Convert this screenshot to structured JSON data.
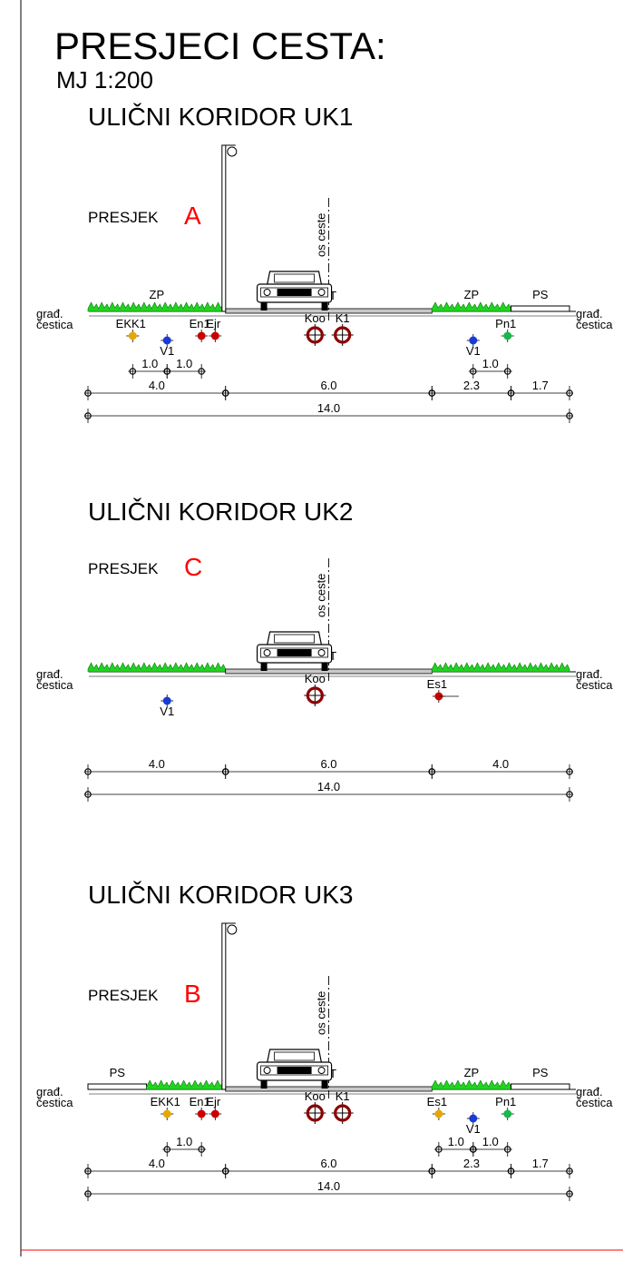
{
  "header": {
    "title": "PRESJECI CESTA:",
    "scale": "MJ 1:200"
  },
  "colors": {
    "grass": "#22d322",
    "red_label": "#ff0000",
    "util_red": "#cc0000",
    "util_blue": "#1a3bd6",
    "util_yellow": "#e6a800",
    "util_green": "#19b84a",
    "util_darkred": "#8b0000",
    "frame_red": "#ff0000"
  },
  "icons": [
    "street-lamp-icon",
    "car-icon",
    "grass-verge-icon",
    "utility-crosshair-icon"
  ],
  "sections": [
    {
      "corridor": "ULIČNI KORIDOR  UK1",
      "presjek_label": "PRESJEK",
      "presjek_letter": "A",
      "axis_label": "os ceste",
      "kt_label": "KT",
      "left_edge": [
        "građ.",
        "čestica"
      ],
      "right_edge": [
        "građ.",
        "čestica"
      ],
      "zones": [
        {
          "label": "ZP",
          "kind": "grass",
          "from": 0,
          "to": 4
        },
        {
          "label": "",
          "kind": "road",
          "from": 4,
          "to": 10
        },
        {
          "label": "ZP",
          "kind": "grass",
          "from": 10,
          "to": 12.3
        },
        {
          "label": "PS",
          "kind": "walk",
          "from": 12.3,
          "to": 14
        }
      ],
      "lamp": true,
      "utilities": [
        {
          "label": "EKK1",
          "color": "util_yellow",
          "size": "s",
          "pos": 1.3,
          "row": 0
        },
        {
          "label": "V1",
          "color": "util_blue",
          "size": "s",
          "pos": 2.3,
          "row": 1
        },
        {
          "label": "En1",
          "color": "util_red",
          "size": "s",
          "pos": 3.3,
          "row": 0
        },
        {
          "label": "Ejr",
          "color": "util_red",
          "size": "s",
          "pos": 3.7,
          "row": 0
        },
        {
          "label": "Koo",
          "color": "util_darkred",
          "size": "l",
          "pos": 6.6,
          "row": 0
        },
        {
          "label": "K1",
          "color": "util_darkred",
          "size": "l",
          "pos": 7.4,
          "row": 0
        },
        {
          "label": "V1",
          "color": "util_blue",
          "size": "s",
          "pos": 11.2,
          "row": 1
        },
        {
          "label": "Pn1",
          "color": "util_green",
          "size": "s",
          "pos": 12.2,
          "row": 0
        }
      ],
      "sub_dims": [
        {
          "from": 1.3,
          "to": 2.3,
          "text": "1.0"
        },
        {
          "from": 2.3,
          "to": 3.3,
          "text": "1.0"
        },
        {
          "from": 11.2,
          "to": 12.2,
          "text": "1.0"
        }
      ],
      "dims": [
        {
          "from": 0,
          "to": 4,
          "text": "4.0"
        },
        {
          "from": 4,
          "to": 10,
          "text": "6.0"
        },
        {
          "from": 10,
          "to": 12.3,
          "text": "2.3"
        },
        {
          "from": 12.3,
          "to": 14,
          "text": "1.7"
        }
      ],
      "total": {
        "text": "14.0"
      }
    },
    {
      "corridor": "ULIČNI KORIDOR  UK2",
      "presjek_label": "PRESJEK",
      "presjek_letter": "C",
      "axis_label": "os ceste",
      "kt_label": "KT",
      "left_edge": [
        "građ.",
        "čestica"
      ],
      "right_edge": [
        "građ.",
        "čestica"
      ],
      "zones": [
        {
          "label": "",
          "kind": "grass",
          "from": 0,
          "to": 4
        },
        {
          "label": "",
          "kind": "road",
          "from": 4,
          "to": 10
        },
        {
          "label": "",
          "kind": "grass",
          "from": 10,
          "to": 14
        }
      ],
      "lamp": false,
      "utilities": [
        {
          "label": "V1",
          "color": "util_blue",
          "size": "s",
          "pos": 2.3,
          "row": 1
        },
        {
          "label": "Koo",
          "color": "util_darkred",
          "size": "l",
          "pos": 6.6,
          "row": 0
        },
        {
          "label": "Es1",
          "color": "util_red",
          "size": "s",
          "pos": 10.2,
          "row": 0,
          "tail": true
        }
      ],
      "sub_dims": [],
      "dims": [
        {
          "from": 0,
          "to": 4,
          "text": "4.0"
        },
        {
          "from": 4,
          "to": 10,
          "text": "6.0"
        },
        {
          "from": 10,
          "to": 14,
          "text": "4.0"
        }
      ],
      "total": {
        "text": "14.0"
      }
    },
    {
      "corridor": "ULIČNI KORIDOR  UK3",
      "presjek_label": "PRESJEK",
      "presjek_letter": "B",
      "axis_label": "os ceste",
      "kt_label": "KT",
      "left_edge": [
        "građ.",
        "čestica"
      ],
      "right_edge": [
        "građ.",
        "čestica"
      ],
      "zones": [
        {
          "label": "PS",
          "kind": "walk",
          "from": 0,
          "to": 1.7
        },
        {
          "label": "",
          "kind": "grass",
          "from": 1.7,
          "to": 4
        },
        {
          "label": "",
          "kind": "road",
          "from": 4,
          "to": 10
        },
        {
          "label": "ZP",
          "kind": "grass",
          "from": 10,
          "to": 12.3
        },
        {
          "label": "PS",
          "kind": "walk",
          "from": 12.3,
          "to": 14
        }
      ],
      "lamp": true,
      "utilities": [
        {
          "label": "EKK1",
          "color": "util_yellow",
          "size": "s",
          "pos": 2.3,
          "row": 0
        },
        {
          "label": "En1",
          "color": "util_red",
          "size": "s",
          "pos": 3.3,
          "row": 0
        },
        {
          "label": "Ejr",
          "color": "util_red",
          "size": "s",
          "pos": 3.7,
          "row": 0
        },
        {
          "label": "Koo",
          "color": "util_darkred",
          "size": "l",
          "pos": 6.6,
          "row": 0
        },
        {
          "label": "K1",
          "color": "util_darkred",
          "size": "l",
          "pos": 7.4,
          "row": 0
        },
        {
          "label": "Es1",
          "color": "util_yellow",
          "size": "s",
          "pos": 10.2,
          "row": 0
        },
        {
          "label": "V1",
          "color": "util_blue",
          "size": "s",
          "pos": 11.2,
          "row": 1
        },
        {
          "label": "Pn1",
          "color": "util_green",
          "size": "s",
          "pos": 12.2,
          "row": 0
        }
      ],
      "sub_dims": [
        {
          "from": 2.3,
          "to": 3.3,
          "text": "1.0"
        },
        {
          "from": 10.2,
          "to": 11.2,
          "text": "1.0"
        },
        {
          "from": 11.2,
          "to": 12.2,
          "text": "1.0"
        }
      ],
      "dims": [
        {
          "from": 0,
          "to": 4,
          "text": "4.0"
        },
        {
          "from": 4,
          "to": 10,
          "text": "6.0"
        },
        {
          "from": 10,
          "to": 12.3,
          "text": "2.3"
        },
        {
          "from": 12.3,
          "to": 14,
          "text": "1.7"
        }
      ],
      "total": {
        "text": "14.0"
      }
    }
  ]
}
